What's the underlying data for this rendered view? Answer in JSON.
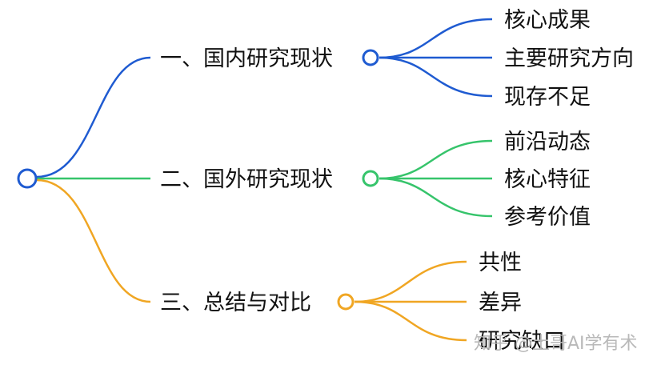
{
  "colors": {
    "root": "#1f5bd1",
    "branch_1": "#1f5bd1",
    "branch_2": "#36c46b",
    "branch_3": "#f0a623",
    "text": "#111111",
    "watermark": "#b9b9b9"
  },
  "branches": [
    {
      "label": "一、国内研究现状",
      "children": [
        "核心成果",
        "主要研究方向",
        "现存不足"
      ]
    },
    {
      "label": "二、国外研究现状",
      "children": [
        "前沿动态",
        "核心特征",
        "参考价值"
      ]
    },
    {
      "label": "三、总结与对比",
      "children": [
        "共性",
        "差异",
        "研究缺口"
      ]
    }
  ],
  "watermark": "知乎 @土哥AI学有术"
}
